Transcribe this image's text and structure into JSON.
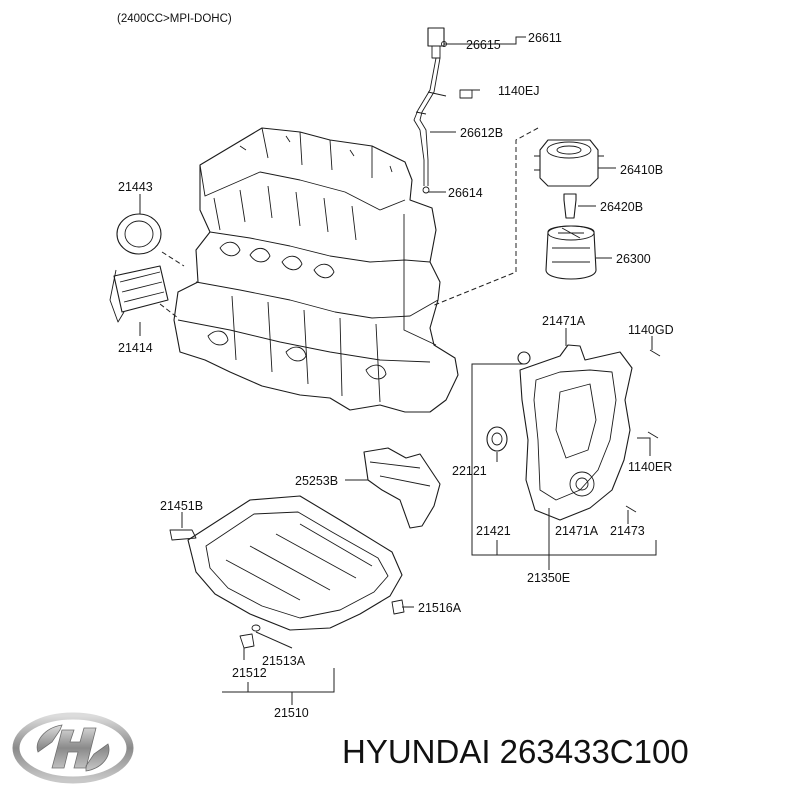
{
  "header": {
    "engine_spec": "(2400CC>MPI-DOHC)"
  },
  "parts": {
    "p26611": "26611",
    "p26615": "26615",
    "p1140EJ": "1140EJ",
    "p26612B": "26612B",
    "p26614": "26614",
    "p26410B": "26410B",
    "p26420B": "26420B",
    "p26300": "26300",
    "p21443": "21443",
    "p21414": "21414",
    "p21471A_top": "21471A",
    "p1140GD": "1140GD",
    "p22121": "22121",
    "p1140ER": "1140ER",
    "p25253B": "25253B",
    "p21451B": "21451B",
    "p21421": "21421",
    "p21471A_bottom": "21471A",
    "p21473": "21473",
    "p21350E": "21350E",
    "p21516A": "21516A",
    "p21513A": "21513A",
    "p21512": "21512",
    "p21510": "21510"
  },
  "brand": {
    "logo_icon": "hyundai-logo-icon",
    "caption": "HYUNDAI 263433C100"
  }
}
